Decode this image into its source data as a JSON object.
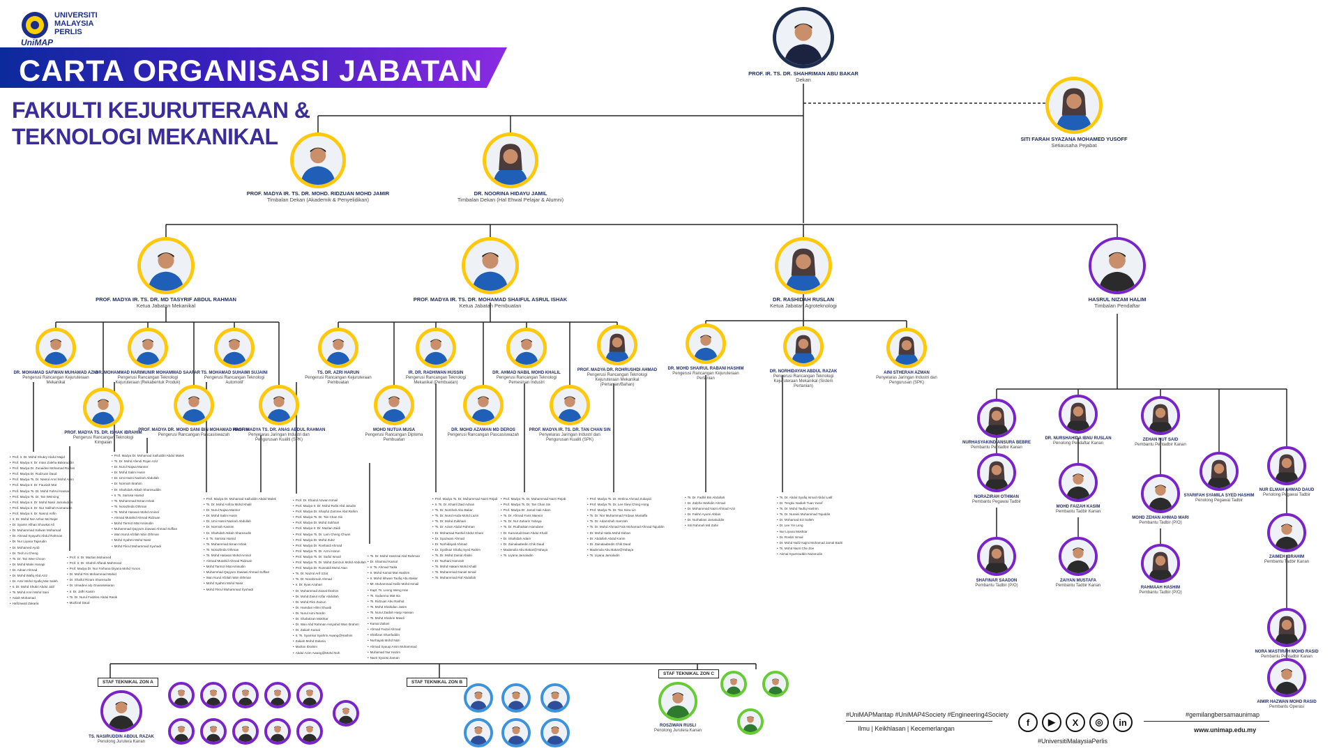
{
  "logo": {
    "name": "UniMAP",
    "line1": "UNIVERSITI",
    "line2": "MALAYSIA",
    "line3": "PERLIS"
  },
  "title": "CARTA ORGANISASI JABATAN",
  "faculty": {
    "line1": "FAKULTI KEJURUTERAAN &",
    "line2": "TEKNOLOGI MEKANIKAL"
  },
  "dean": {
    "name": "PROF. IR. TS. DR. SHAHRIMAN ABU BAKAR",
    "role": "Dekan"
  },
  "secretary": {
    "name": "SITI FARAH SYAZANA MOHAMED YUSOFF",
    "role": "Setiausaha Pejabat"
  },
  "deputies": [
    {
      "name": "PROF. MADYA IR. TS. DR. MOHD. RIDZUAN MOHD JAMIR",
      "role": "Timbalan Dekan (Akademik & Penyelidikan)"
    },
    {
      "name": "DR. NOORINA HIDAYU JAMIL",
      "role": "Timbalan Dekan (Hal Ehwal Pelajar & Alumni)"
    }
  ],
  "heads": [
    {
      "name": "PROF. MADYA IR. TS. DR. MD TASYRIF ABDUL RAHMAN",
      "role": "Ketua Jabatan Mekanikal"
    },
    {
      "name": "PROF. MADYA IR. TS. DR. MOHAMAD SHAIFUL ASRUL ISHAK",
      "role": "Ketua Jabatan Pembuatan"
    },
    {
      "name": "DR. RASHIDAH RUSLAN",
      "role": "Ketua Jabatan Agroteknologi"
    },
    {
      "name": "HASRUL NIZAM HALIM",
      "role": "Timbalan Pendaftar"
    }
  ],
  "coordinators": [
    {
      "name": "DR. MOHAMAD SAFWAN MUHAMAD AZMI",
      "role": "Pengerusi Rancangan Kejuruteraan Mekanikal"
    },
    {
      "name": "PROF. MADYA TS. DR. ISHAK IBRAHIM",
      "role": "Pengerusi Rancangan Teknologi Kimpalan"
    },
    {
      "name": "DR. MOHAMMAD HARIMUNIR MOHAMMAD SAAFAR",
      "role": "Pengerusi Rancangan Teknologi Kejuruteraan (Rekabentuk Produk)"
    },
    {
      "name": "PROF. MADYA DR. MOHD SANI BIN MOHAMAD HASHIM",
      "role": "Pengerusi Rancangan Pascasiswazah"
    },
    {
      "name": "TS. MOHAMAD SUHAIMI SUJAINI",
      "role": "Pengerusi Rancangan Teknologi Automotif"
    },
    {
      "name": "PROF. MADYA TS. DR. ANAS ABDUL RAHMAN",
      "role": "Penyelaras Jaringan Industri dan Pengurusan Kualiti (SPK)"
    },
    {
      "name": "TS. DR. AZRI HARUN",
      "role": "Pengerusi Rancangan Kejuruteraan Pembuatan"
    },
    {
      "name": "MOHD NUTUA MUSA",
      "role": "Pengerusi Rancangan Diploma Pembuatan"
    },
    {
      "name": "IR. DR. RADHIWAN HUSSIN",
      "role": "Pengerusi Rancangan Teknologi Mekanikal (Pembuatan)"
    },
    {
      "name": "DR. MOHD AZAMAN MD DEROS",
      "role": "Pengerusi Rancangan Pascasiswazah"
    },
    {
      "name": "DR. AHMAD NABIL MOHD KHALIL",
      "role": "Pengerusi Rancangan Teknologi Pemesinan Industri"
    },
    {
      "name": "PROF. MADYA IR. TS. DR. TAN CHAN SIN",
      "role": "Penyelaras Jaringan Industri dan Pengurusan Kualiti (SPK)"
    },
    {
      "name": "PROF. MADYA DR. ROHRUSHDI AHMAD",
      "role": "Pengerusi Rancangan Teknologi Kejuruteraan Mekanikal (Pertanian/Bahan)"
    },
    {
      "name": "DR. MOHD SHAIRUL RABANI HASHIM",
      "role": "Pengerusi Rancangan Kejuruteraan Pertanian"
    },
    {
      "name": "DR. NORHIDAYAH ABDUL RAZAK",
      "role": "Pengerusi Rancangan Teknologi Kejuruteraan Mekanikal (Sistem Pertanian)"
    },
    {
      "name": "AINI STHERAH AZMAN",
      "role": "Penyelaras Jaringan Industri dan Pengurusan (SPK)"
    }
  ],
  "admin_staff": [
    {
      "name": "NURHASYAKINDIANSURA BEBRE",
      "role": "Pembantu Pentadbir Kanan"
    },
    {
      "name": "DR. NURSHAHIDA IBNU RUSLAN",
      "role": "Penolong Pendaftar Kanan"
    },
    {
      "name": "ZEHAN NUT SAID",
      "role": "Pembantu Pentadbir Kanan"
    },
    {
      "name": "NORAZIRAH OTHMAN",
      "role": "Pembantu Pegawai Tadbir"
    },
    {
      "name": "MOHD FAIZAH KASIM",
      "role": "Pembantu Tadbir Kanan"
    },
    {
      "name": "MOHD ZEHAN AHMAD MARI",
      "role": "Pembantu Tadbir (P/O)"
    },
    {
      "name": "SYARIFAH SYAMILA SYED HASHIM",
      "role": "Penolong Pegawai Tadbir"
    },
    {
      "name": "NUR ELMAH AHMAD DAUD",
      "role": "Penolong Pegawai Tadbir"
    },
    {
      "name": "SHAFINAR SAADON",
      "role": "Pembantu Tadbir (P/O)"
    },
    {
      "name": "ZAIYAN MUSTAFA",
      "role": "Pembantu Tadbir Kanan"
    },
    {
      "name": "RAHMAAH HASHIM",
      "role": "Pembantu Tadbir (P/O)"
    },
    {
      "name": "ZAIMEH IBRAHIM",
      "role": "Pembantu Tadbir Kanan"
    },
    {
      "name": "NORA MASTIRAH MOHD RASID",
      "role": "Pembantu Pentadbir Kanan"
    },
    {
      "name": "AIMIR HAZWAN MOHD RASID",
      "role": "Pembantu Operasi"
    }
  ],
  "staff_lists": {
    "mekanikal_a": [
      "Prof. Ir. Dr. Mohd Shukry Abdul Majid",
      "Prof. Madya Ir. Dr. Intan Zaleha Bakaruddin",
      "Prof. Madya Dr. Zunaidee Mohamad Razlan",
      "Prof. Madya Dr. Rudzuan Daud",
      "Prof. Madya Ts. Dr. Nasrul Amri Mohd Amin",
      "Prof. Madya Ir. Dr. Fauziah Mat",
      "Prof. Madya Ts. Dr. Mohd Fahrul Hassan",
      "Prof. Madya Ts. Dr. Tan Weiming",
      "Prof. Madya Ir. Dr. Mohd Nasir Jamaluddin",
      "Prof. Madya Ir. Dr. Nur Salihah Kamarudin",
      "Prof. Madya Ir. Dr. Nasrul Arifin",
      "Ir. Dr. Mohd Nor Azhar Md Najer",
      "Dr. Syamir Alihan Showkat Ali",
      "Dr. Muhammad Safwan Mohamad",
      "Dr. Ahmad Syayuthi Abdul Rahman",
      "Dr. Nur Liyana Tajarudin",
      "Dr. Mohamed Ayob",
      "Dr. Teoh Ai Cheng",
      "Ts. Dr. Tan Wee Choon",
      "Dr. Mohd Malei Hanapi",
      "Dr. Adnan Ahmad",
      "Dr. Mohd Wafiq Abd Aziz",
      "Dr. Amir Mohd Syafiq Mat Saleh",
      "Ir. Dr. Mohd Shukri Abdul Jalil",
      "Ts. Mohd Amri Mohd Sani",
      "Asiah Mohamad",
      "Hafizawati Zakaria"
    ],
    "mekanikal_b": [
      "Prof. Ir. Dr. Mazlan Mohamed",
      "Prof. Ir. Dr. Shahril Affandi Mahmood",
      "Prof. Madya Dr. Nur Farhana Diyana Mohd Yunos",
      "Dr. Mohd Fitri Mohammad Wahid",
      "Dr. Shaiful Rizam Shamsudin",
      "Dr. Umadevi a/p Gnanasekaran",
      "Ir. Dr. Jaffri Kasim",
      "Ts. Dr. Nurul Fadzlee Abdul Rasik",
      "Muzlizal Daud"
    ],
    "mekanikal_c": [
      "Prof. Madya Dr. Mohamad Saifuddin Abdul Malek",
      "Ts. Dr. Mohd Afendi Rojan Aziz",
      "Dr. Nurul Najwa Mansor",
      "Dr. Mohd Salim Husin",
      "Dr. Umi Hasni Nazirah Abdullah",
      "Dr. Normah Ibrahim",
      "Dr. Shahidah Atikah Shamsuddin",
      "Ir. Ts. Sarnisa Hamid",
      "Ts. Muhammad Ikman Ishak",
      "Ts. Norazlinda Othman",
      "Ts. Mohd Haswan Mohd Aminol",
      "Ahmad Mutahid Ahmad Ridzuan",
      "Mohd Tarmizi Mat Aminudin",
      "Muhammad Qayyum Zawawi Ahmad Suffian",
      "Wan Nurul Afzilah Wan Othman",
      "Mohd Syahmi Mohd Nasir",
      "Mohd Fikrul Muhammad Syuhadi"
    ],
    "mekanikal_d": [
      "Prof. Madya Dr. Muhamad Saifuddin Abdul Malek",
      "Ts. Dr. Mohd Anfiza Mohd Khalil",
      "Dr. Nurul Najwa Mansor",
      "Dr. Mohd Salim Husin",
      "Dr. Umi Hasni Nazirah Abdullah",
      "Dr. Normah Kassim",
      "Dr. Shahidah Atikah Shamsudin",
      "Ir. Ts. Sarnisa Hamid",
      "Ts. Muhammad Ikman Ishak",
      "Ts. Norazlinda Othman",
      "Ts. Mohd Haswan Mohd Aminol",
      "Ahmad Mutahid Ahmad Ridzuan",
      "Mohd Tarmizi Mat Aminudin",
      "Muhammad Qayyum Zawawi Ahmad Suffian",
      "Wan Nurul Afzilah Wan Othman",
      "Mohd Syahmi Mohd Nasir",
      "Mohd Fikrul Muhammad Syuhadi"
    ],
    "pembuatan_a": [
      "Prof. Dr. Khairul Azwan Ismail",
      "Prof. Madya Ir. Dr. Mohd Rafis Abd Jaludin",
      "Prof. Madya Dr. Shayful Zamree Abd Rahim",
      "Prof. Madya Ts. Dr. Tan Chan Sin",
      "Prof. Madya Dr. Mohd Sukhairi",
      "Prof. Madya Ir. Dr. Mazlan Zaidi",
      "Prof. Madya Ts. Dr. Lam Cheng Chuan",
      "Prof. Madya Dr. Mohd Zubir",
      "Prof. Madya Dr. Roshaidi Ahmad",
      "Prof. Madya Ts. Dr. Azmi Harun",
      "Prof. Madya Ts. Dr. Saiful Ismail",
      "Prof. Madya Ts. Dr. Mohd Zamzuri Mohd Abdullah",
      "Prof. Madya Dr. Rusnaldi Mohd Atan",
      "Ts. Dr. Nazrul Arif Izzat",
      "Ts. Dr. Norahimah Ahmad",
      "Ir. Dr. Ilyas Azahari",
      "Dr. Muhammad Zainal Ibrahim",
      "Dr. Mohd Zairul Azfar Abdullah",
      "Dr. Mohd Fikri Zainun",
      "Dr. Hamdan Hilmi Shuaib",
      "Dr. Nurul Aimi Nordin",
      "Dr. Shafarizan Mokhtar",
      "Dr. Wan Abd Rahman Assyahid Wan Ibrahim",
      "Dr. Zakiah Kamal",
      "Ir. Ts. Syamsul Syahrin Awang@Hashim",
      "Zakiah Mohd Zakaria",
      "Mazlan Ibrahim",
      "Abdul Azim Awang@Mohd Noh"
    ],
    "pembuatan_b": [
      "Ts. Dr. Mohd Hasrizal Abd Rahman",
      "Dr. Shamsul Kamal",
      "Ir. Ts. Ahmad Tadia",
      "Ir. Mohd Kamal Mat Hashim",
      "Ir. Mohd Ikhwan Taufiq Abu Bakar",
      "Mr. Muhammad Hafiz Mohd Ismail",
      "Kapt. Ts. Leong Weng Han",
      "Ts. Sudanma Mat Isa",
      "Ts. Ridzuan Abu Rashid",
      "Ts. Mohd Shahidan Jasim",
      "Ts. Nurul Zaidah Hasp Hassan",
      "Ts. Mohd Shahrin Masdi",
      "Kamal Zailani",
      "Ahmad Faizal Ahmad",
      "Shafizan Sharifuddin",
      "Nurhayati Mohd Nazi",
      "Ahmad Syauqi Amin Muhammad",
      "Muhamad Nur Hazim",
      "Nazri Syazwi Zaman"
    ],
    "pembuatan_c": [
      "Prof. Madya Ts. Dr. Muhammad Nazri Rejab",
      "Ir. Ts. Dr. Khairil Zaid Adnan",
      "Ts. Dr. Norshah Abu Bakar",
      "Ts. Dr. Nurul Huda Mohd Lazin",
      "Ts. Dr. Mohd Zulkhairi",
      "Ts. Dr. Azam Abdul Rahman",
      "Dr. Mohamad Rashid Abdul Ghani",
      "Dr. Syazwani Ahmad",
      "Dr. Norhidayati Ahmad",
      "Dr. Syafinaz Shafiq Syed Rahim",
      "Ts. Dr. Mohd Zainal Abidin",
      "Dr. Nurhani Hamzah",
      "Ts. Mohd Hakam Mohd Khalil",
      "Ts. Muhammad Daniel Ismail",
      "Ts. Muhammad Raf Abdullah"
    ],
    "pembuatan_d": [
      "Prof. Madya Ts. Dr. Muhammad Nazri Rejab",
      "Prof. Madya Ts. Dr. Tan Chan Sin",
      "Prof. Madya Dr. Jamal Hak Adam",
      "Ts. Dr. Ahmad Faris Mansor",
      "Ts. Dr. Nur Zaharin Yahaya",
      "Ts. Dr. Rudhaikan Hamdane",
      "Dr. Kamarudzzaan Abdul Khalil",
      "Dr. Shahidah Adam",
      "Dr. Zainalaabedin Chik Daud",
      "Madanulia Abu Bakar@Yahaya",
      "Ts. Liyana Jamaludin"
    ],
    "pembuatan_e": [
      "Prof. Madya Ts. Dr. Herlina Ahmad Zubaydi",
      "Prof. Madya Ts. Dr. Lee Siew Ching Hong",
      "Prof. Madya Ts. Dr. Tan Siew Lin",
      "Ts. Dr. Nor Muhammad Firdaus Mustaffa",
      "Ts. Dr. Adamshah Hamzah",
      "Ts. Dr. Mohd Ahmad Fais Mohamad Ahmad Tajuddin",
      "Dr. Mohd Hatta Mohd Dahan",
      "Dr. Abdullah Abdul Karim",
      "Dr. Zainalaabedin Chik Daud",
      "Madenula Abu Bakar@Yahaya",
      "Ts. Liyana Jamaludin"
    ],
    "agro_a": [
      "Ts. Dr. Fadhil Bin Abdullah",
      "Dr. Zaleha Wahidin Ahmad",
      "Dr. Mohammad Nazri Ahmad Aziz",
      "Dr. Fakhri Ayumi Abbas",
      "Dr. Nurhaliani Jamaluddin",
      "Siti Rahmah Md Zahir"
    ],
    "agro_b": [
      "Ts. Dr. Abdul Syafiq Ismail Abdul Latif",
      "Dr. Tengku Nadiah Tuan Yusof",
      "Ts. Dr. Mohd Taufiq Hashim",
      "Ts. Dr. Nuraini Muhammad Tajuddin",
      "Dr. Mohamad Ezi Salleh",
      "Dr. Lee Yin Leng",
      "Nur Liyana Mokhtar",
      "Dr. Roslizi Ismail",
      "Dr. Mohd Nafiz Najmi Mohamad Jamal Badri",
      "Ts. Mohd Nazri Che Zoe",
      "Akmal Syamsuddin Nazarudin"
    ]
  },
  "zones": [
    {
      "label": "STAF TEKNIKAL ZON A",
      "lead_name": "TS. NASIRUDDIN ABDUL RAZAK",
      "lead_role": "Penolong Jurutera Kanan"
    },
    {
      "label": "STAF TEKNIKAL ZON B"
    },
    {
      "label": "STAF TEKNIKAL ZON C",
      "lead_name": "ROSZIWAN RUSLI",
      "lead_role": "Penolong Jurutera Kanan"
    }
  ],
  "footer": {
    "hashtags": "#UniMAPMantap  #UniMAP4Society  #Engineering4Society",
    "motto": "Ilmu | Keikhlasan | Kecemerlangan",
    "social": [
      "f",
      "▶",
      "X",
      "◎",
      "in"
    ],
    "brand_tag": "#UniversitiMalaysiaPerlis",
    "gemilang": "#gemilangbersamaunimap",
    "url": "www.unimap.edu.my"
  },
  "colors": {
    "gold": "#ffc80a",
    "purple": "#7a23c8",
    "navy": "#1e2e4e",
    "blue": "#3b93e0",
    "green": "#66cc33",
    "title_blue": "#0c2a9c",
    "title_purple": "#8a2be2"
  }
}
